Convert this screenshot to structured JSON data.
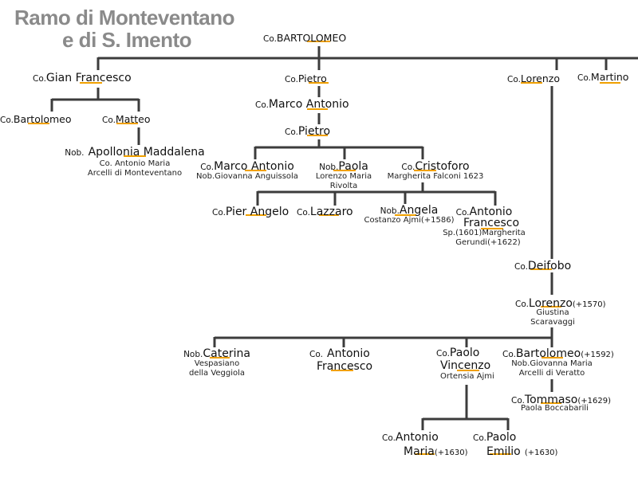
{
  "header": {
    "line1": "Ramo di Monteventano",
    "line2": "e di S. Imento"
  },
  "persons": {
    "bartolomeo_root": {
      "title": "Co.",
      "name": "BARTOLOMEO"
    },
    "gian_francesco": {
      "title": "Co.",
      "name": "Gian Francesco"
    },
    "pietro_1": {
      "title": "Co.",
      "name": "Pietro"
    },
    "lorenzo_1": {
      "title": "Co.",
      "name": "Lorenzo"
    },
    "martino": {
      "title": "Co.",
      "name": "Martino"
    },
    "bartolomeo_2": {
      "title": "Co.",
      "name": "Bartolomeo"
    },
    "matteo": {
      "title": "Co.",
      "name": "Matteo"
    },
    "marco_antonio_1": {
      "title": "Co.",
      "name": "Marco Antonio"
    },
    "pietro_2": {
      "title": "Co.",
      "name": "Pietro"
    },
    "apollonia": {
      "title": "Nob.",
      "name": "Apollonia Maddalena",
      "spouse1": "Co. Antonio Maria",
      "spouse2": "Arcelli di Monteventano"
    },
    "marco_antonio_2": {
      "title": "Co.",
      "name": "Marco Antonio",
      "spouse": "Nob.Giovanna Anguissola"
    },
    "paola": {
      "title": "Nob.",
      "name": "Paola",
      "spouse1": "Lorenzo Maria",
      "spouse2": "Rivolta"
    },
    "cristoforo": {
      "title": "Co.",
      "name": "Cristoforo",
      "spouse": "Margherita Falconi 1623"
    },
    "pier_angelo": {
      "title": "Co.",
      "name": "Pier Angelo"
    },
    "lazzaro": {
      "title": "Co.",
      "name": "Lazzaro"
    },
    "angela": {
      "title": "Nob.",
      "name": "Angela",
      "spouse": "Costanzo Ajmi(+1586)"
    },
    "antonio_francesco_1": {
      "title": "Co.",
      "name1": "Antonio",
      "name2": "Francesco",
      "note1": "Sp.(1601)Margherita",
      "note2": "Gerundi(+1622)"
    },
    "deifobo": {
      "title": "Co.",
      "name": "Deifobo"
    },
    "lorenzo_2": {
      "title": "Co.",
      "name": "Lorenzo",
      "date": "(+1570)",
      "spouse1": "Giustina",
      "spouse2": "Scaravaggi"
    },
    "caterina": {
      "title": "Nob.",
      "name": "Caterina",
      "spouse1": "Vespasiano",
      "spouse2": "della Veggiola"
    },
    "antonio_francesco_2": {
      "title": "Co.",
      "name1": "Antonio",
      "name2": "Francesco"
    },
    "paolo_vincenzo": {
      "title": "Co.",
      "name1": "Paolo",
      "name2": "Vincenzo",
      "spouse": "Ortensia Ajmi"
    },
    "bartolomeo_3": {
      "title": "Co.",
      "name": "Bartolomeo",
      "date": "(+1592)",
      "spouse1": "Nob.Giovanna Maria",
      "spouse2": "Arcelli di Veratto"
    },
    "tommaso": {
      "title": "Co.",
      "name": "Tommaso",
      "date": "(+1629)",
      "spouse": "Paola Boccabarili"
    },
    "antonio_maria": {
      "title": "Co.",
      "name1": "Antonio",
      "name2": "Maria",
      "date": "(+1630)"
    },
    "paolo_emilio": {
      "title": "Co.",
      "name1": "Paolo",
      "name2": "Emilio",
      "date": "(+1630)"
    }
  },
  "colors": {
    "lines": "#3c3c3c",
    "underline": "#f0a000",
    "header": "#8a8a8a"
  }
}
